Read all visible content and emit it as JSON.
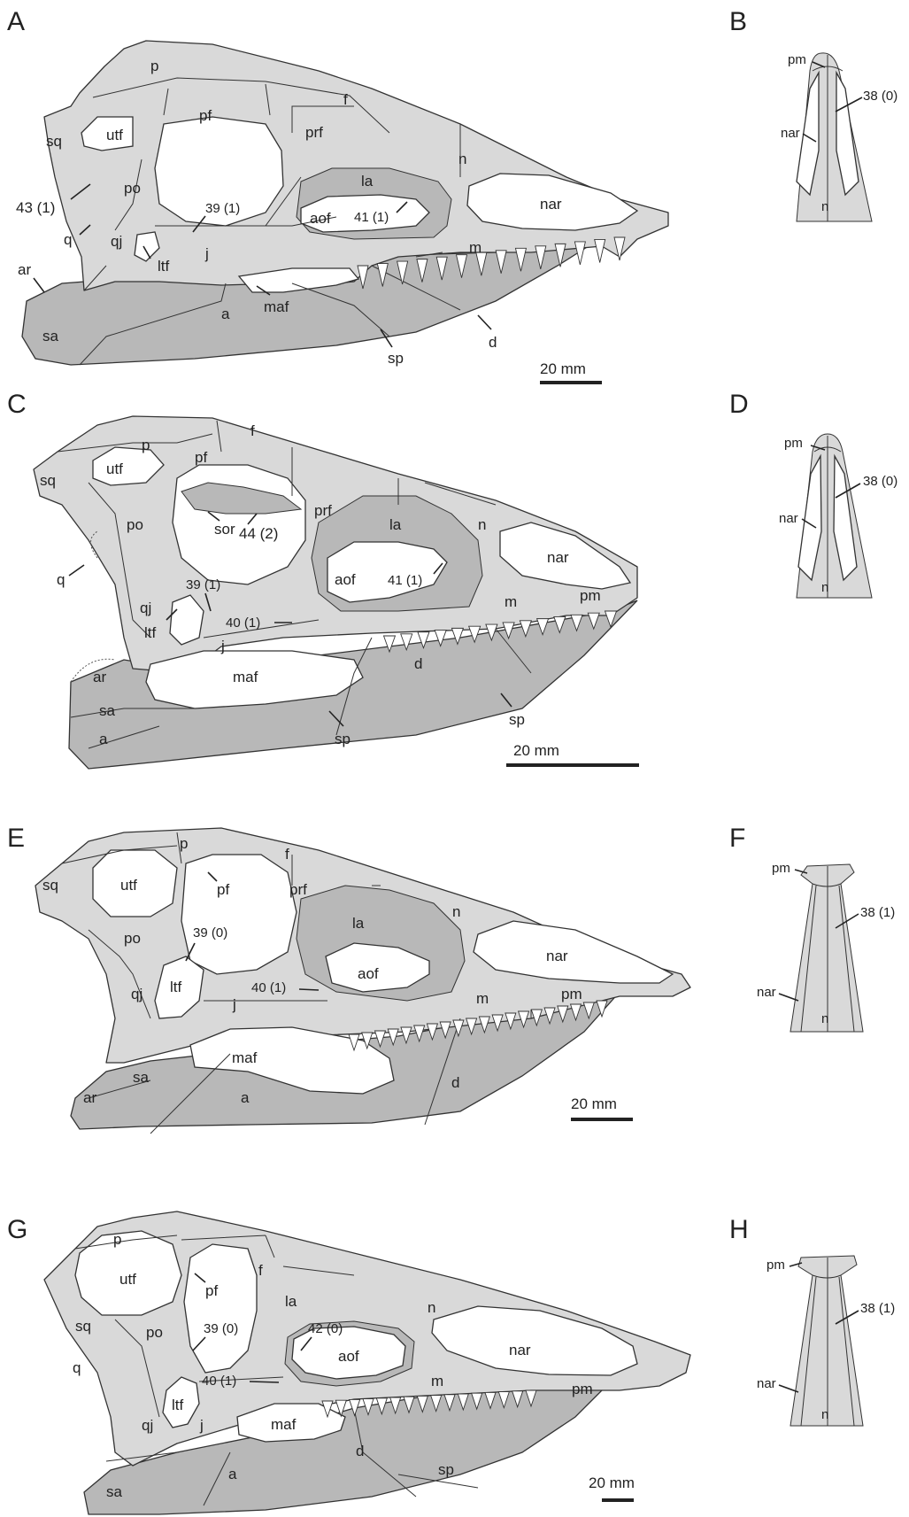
{
  "panels": {
    "A": {
      "letter": "A",
      "scale": "20 mm",
      "labels": {
        "p": "p",
        "f": "f",
        "pf": "pf",
        "prf": "prf",
        "n": "n",
        "nar": "nar",
        "sq": "sq",
        "utf": "utf",
        "po": "po",
        "c43": "43 (1)",
        "q": "q",
        "qj": "qj",
        "ltf": "ltf",
        "j": "j",
        "c39": "39 (1)",
        "la": "la",
        "aof": "aof",
        "c41": "41 (1)",
        "m": "m",
        "ar": "ar",
        "sa": "sa",
        "a": "a",
        "maf": "maf",
        "sp": "sp",
        "d": "d"
      }
    },
    "B": {
      "letter": "B",
      "labels": {
        "pm": "pm",
        "c38": "38 (0)",
        "nar": "nar",
        "n": "n"
      }
    },
    "C": {
      "letter": "C",
      "scale": "20 mm",
      "labels": {
        "p": "p",
        "f": "f",
        "pf": "pf",
        "sq": "sq",
        "utf": "utf",
        "po": "po",
        "sor": "sor",
        "c44": "44 (2)",
        "prf": "prf",
        "la": "la",
        "n": "n",
        "nar": "nar",
        "q": "q",
        "c39": "39 (1)",
        "aof": "aof",
        "c41": "41 (1)",
        "qj": "qj",
        "ltf": "ltf",
        "c40": "40 (1)",
        "j": "j",
        "m": "m",
        "pm": "pm",
        "ar": "ar",
        "maf": "maf",
        "d": "d",
        "sa": "sa",
        "a": "a",
        "sp1": "sp",
        "sp2": "sp"
      }
    },
    "D": {
      "letter": "D",
      "labels": {
        "pm": "pm",
        "c38": "38 (0)",
        "nar": "nar",
        "n": "n"
      }
    },
    "E": {
      "letter": "E",
      "scale": "20 mm",
      "labels": {
        "p": "p",
        "f": "f",
        "sq": "sq",
        "utf": "utf",
        "pf": "pf",
        "prf": "prf",
        "la": "la",
        "n": "n",
        "po": "po",
        "c39": "39 (0)",
        "nar": "nar",
        "aof": "aof",
        "qj": "qj",
        "ltf": "ltf",
        "j": "j",
        "c40": "40 (1)",
        "m": "m",
        "pm": "pm",
        "maf": "maf",
        "sa": "sa",
        "ar": "ar",
        "a": "a",
        "d": "d"
      }
    },
    "F": {
      "letter": "F",
      "labels": {
        "pm": "pm",
        "c38": "38 (1)",
        "nar": "nar",
        "n": "n"
      }
    },
    "G": {
      "letter": "G",
      "scale": "20 mm",
      "labels": {
        "p": "p",
        "utf": "utf",
        "pf": "pf",
        "f": "f",
        "la": "la",
        "n": "n",
        "sq": "sq",
        "po": "po",
        "c39": "39 (0)",
        "c42": "42 (0)",
        "aof": "aof",
        "nar": "nar",
        "q": "q",
        "c40": "40 (1)",
        "m": "m",
        "pm": "pm",
        "ltf": "ltf",
        "qj": "qj",
        "j": "j",
        "maf": "maf",
        "d": "d",
        "sa": "sa",
        "a": "a",
        "sp": "sp"
      }
    },
    "H": {
      "letter": "H",
      "labels": {
        "pm": "pm",
        "c38": "38 (1)",
        "nar": "nar",
        "n": "n"
      }
    }
  },
  "colors": {
    "bone": "#d9d9d9",
    "lower_jaw": "#b8b8b8",
    "opening": "#ffffff",
    "outline": "#333333"
  }
}
